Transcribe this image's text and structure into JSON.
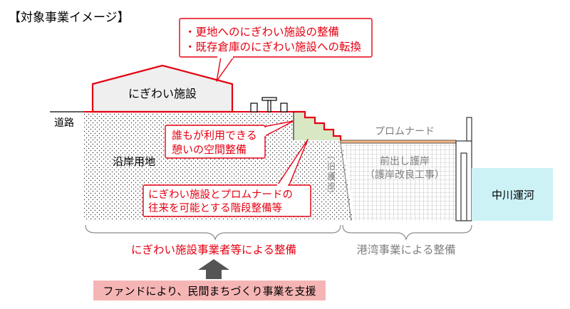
{
  "title": "【対象事業イメージ】",
  "callout_top": {
    "line1": "・更地へのにぎわい施設の整備",
    "line2": "・既存倉庫のにぎわい施設への転換"
  },
  "building_label": "にぎわい施設",
  "road_label": "道路",
  "coastal_land_label": "沿岸用地",
  "callout_rest": {
    "line1": "誰もが利用できる",
    "line2": "憩いの空間整備"
  },
  "callout_stairs": {
    "line1": "にぎわい施設とプロムナードの",
    "line2": "往来を可能とする階段整備等"
  },
  "promenade_label": "プロムナード",
  "old_seawall_label": {
    "open": "（",
    "c1": "旧",
    "c2": "護",
    "c3": "岸",
    "close": "）"
  },
  "seawall_label": {
    "line1": "前出し護岸",
    "line2": "（護岸改良工事）"
  },
  "canal_label": "中川運河",
  "brace_left_label": "にぎわい施設事業者等による整備",
  "brace_right_label": "港湾事業による整備",
  "support_label": "ファンドにより、民間まちづくり事業を支援",
  "colors": {
    "accent_red": "#e60012",
    "canal_cyan": "#ccf2f6",
    "support_pink": "#f6b5b5",
    "stairs_green": "#d8e8c5",
    "promenade_tan": "#f5b888",
    "arrow_gray": "#555555"
  }
}
